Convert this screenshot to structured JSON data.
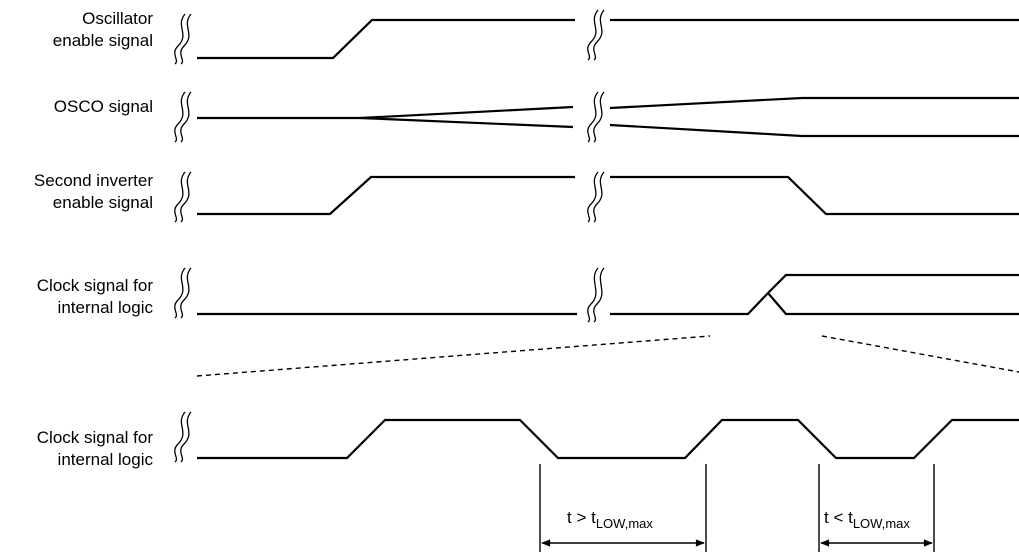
{
  "signals": [
    {
      "id": "osc_enable",
      "lines": [
        "Oscillator",
        "enable signal"
      ]
    },
    {
      "id": "osco",
      "lines": [
        "OSCO signal"
      ]
    },
    {
      "id": "second_inverter",
      "lines": [
        "Second inverter",
        "enable signal"
      ]
    },
    {
      "id": "clock_top",
      "lines": [
        "Clock signal for",
        "internal logic"
      ]
    },
    {
      "id": "clock_zoom",
      "lines": [
        "Clock signal for",
        "internal logic"
      ]
    }
  ],
  "measurements": [
    {
      "id": "long_low",
      "prefix": "t > t",
      "subscript": "LOW,max"
    },
    {
      "id": "short_low",
      "prefix": "t < t",
      "subscript": "LOW,max"
    }
  ]
}
